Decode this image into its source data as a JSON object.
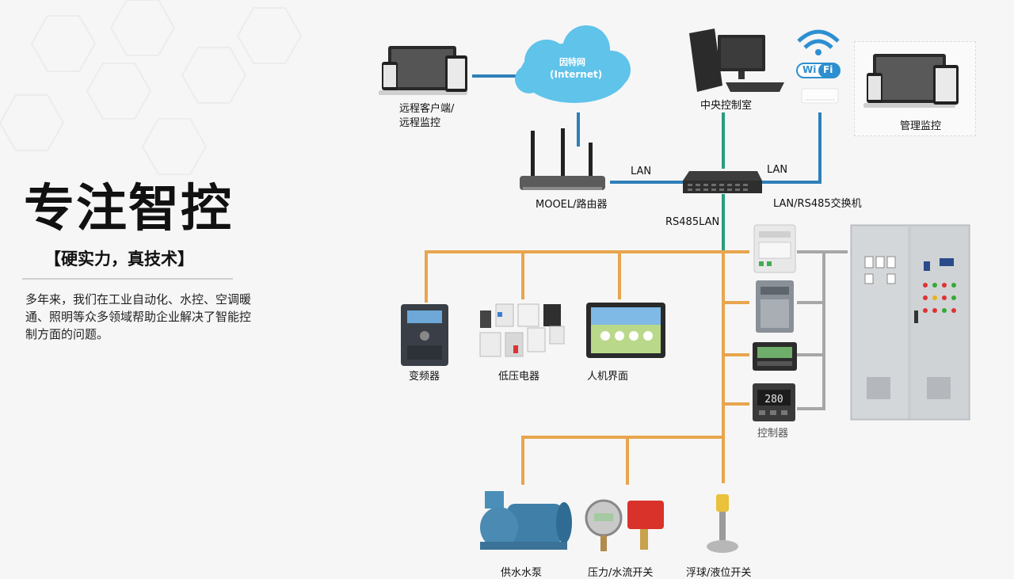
{
  "headline": "专注智控",
  "subheadline": "【硬实力，真技术】",
  "description": "多年来，我们在工业自动化、水控、空调暖通、照明等众多领域帮助企业解决了智能控制方面的问题。",
  "internet": {
    "line1": "因特网",
    "line2": "(Internet)"
  },
  "labels": {
    "remote_client": "远程客户端/",
    "remote_monitor": "远程监控",
    "central_control": "中央控制室",
    "wifi_wi": "Wi",
    "wifi_fi": "Fi",
    "mgmt_monitor": "管理监控",
    "router": "MOOEL/路由器",
    "lan_left": "LAN",
    "lan_right": "LAN",
    "switch": "LAN/RS485交换机",
    "rs485lan": "RS485LAN",
    "inverter": "变频器",
    "low_voltage": "低压电器",
    "hmi": "人机界面",
    "controller": "控制器",
    "pump": "供水水泵",
    "pressure": "压力/水流开关",
    "float": "浮球/液位开关",
    "display_value": "280"
  },
  "colors": {
    "blue_link": "#2f7fb8",
    "green_link": "#2a9d7f",
    "orange_bus": "#e8a54e",
    "gray_link": "#9a9a9a"
  }
}
